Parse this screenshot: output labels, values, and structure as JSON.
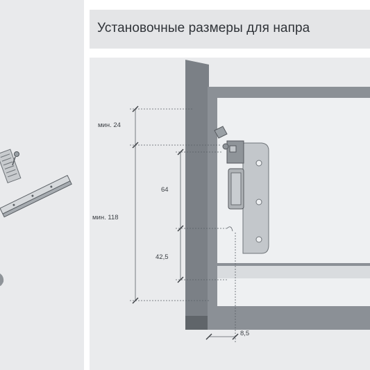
{
  "header": {
    "title": "Установочные размеры для напра"
  },
  "dimensions": {
    "min_24": "мин. 24",
    "min_118": "мин. 118",
    "d64": "64",
    "d42_5": "42,5",
    "d8_5": "8,5"
  },
  "colors": {
    "panel_bg": "#eaebed",
    "header_bg": "#e4e5e7",
    "cabinet_wall": "#7a7f85",
    "cabinet_wall_dark": "#5f6469",
    "drawer_frame": "#8a8f95",
    "drawer_inner": "#eef0f2",
    "bracket": "#bfc3c7",
    "dim_line": "#555a60"
  },
  "icons": {
    "left_illustration": "runner-rail-icon",
    "mount_bracket": "bracket-icon"
  }
}
